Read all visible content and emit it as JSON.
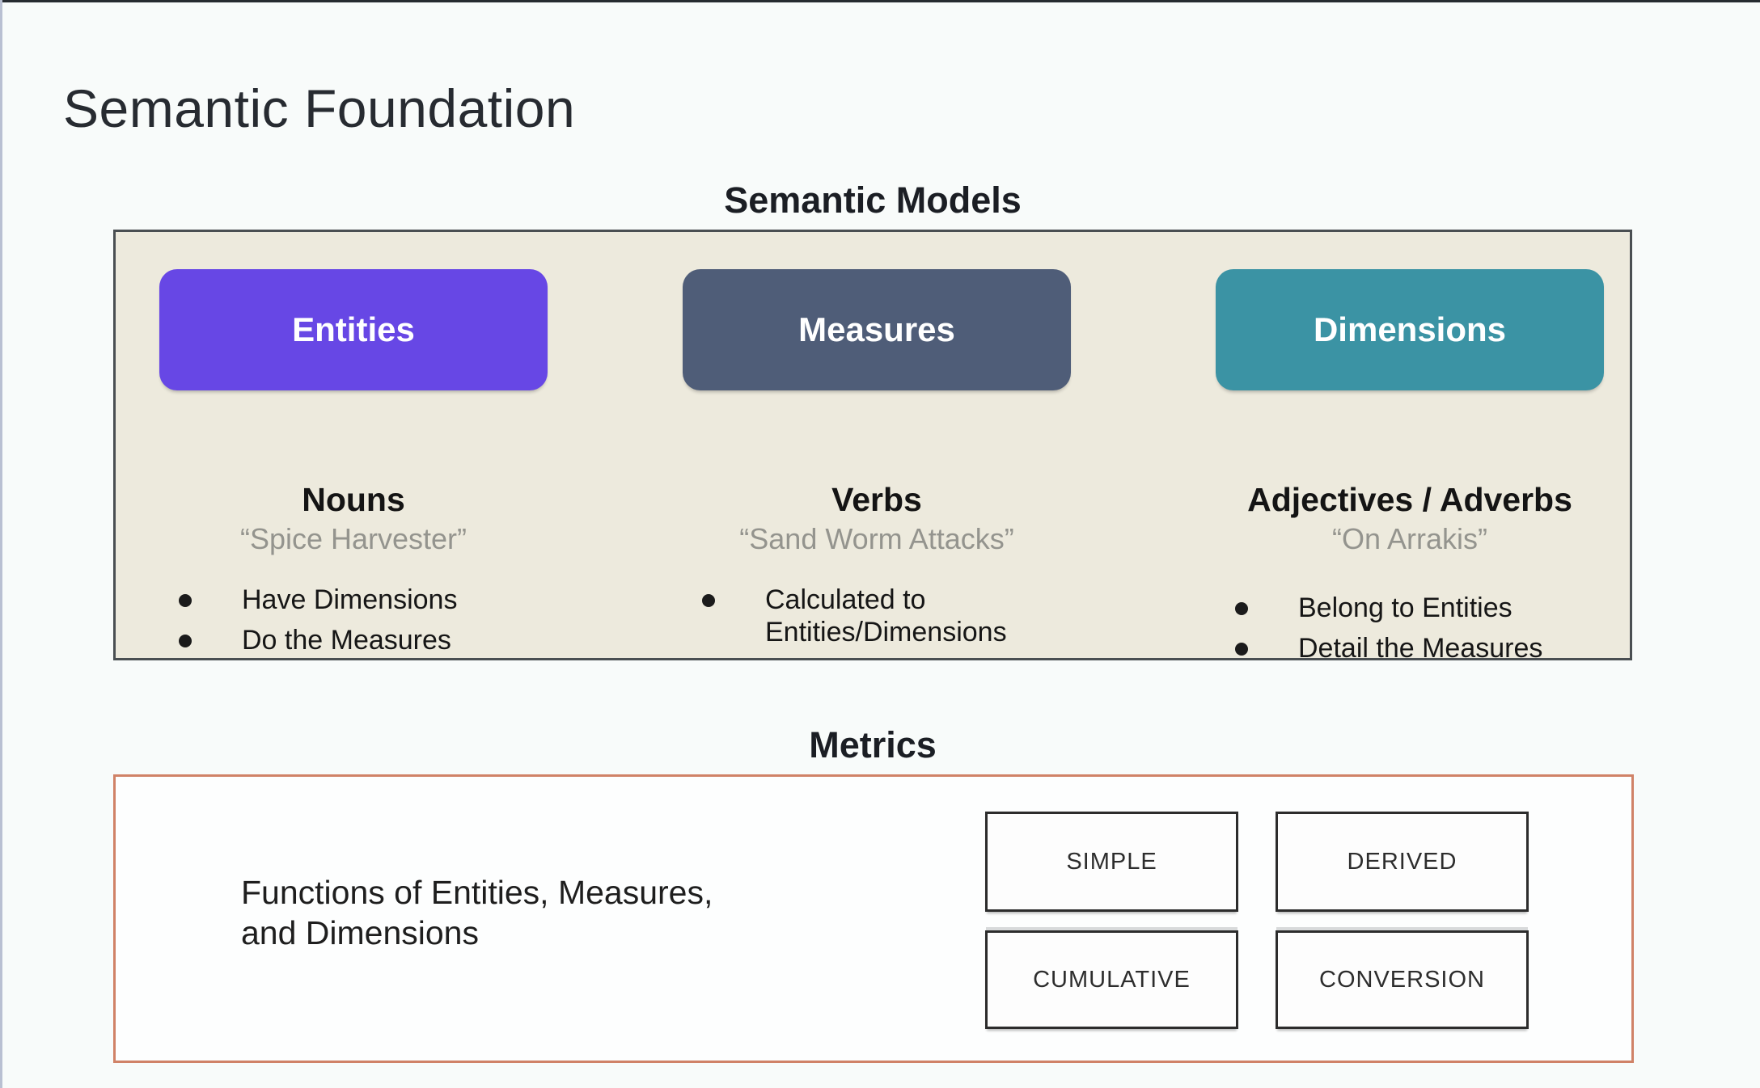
{
  "page": {
    "title": "Semantic Foundation"
  },
  "semantic_models": {
    "heading": "Semantic Models",
    "panel_background": "#edeadd",
    "panel_border": "#4a4f52",
    "columns": [
      {
        "button": "Entities",
        "button_color": "#6747e5",
        "subheading": "Nouns",
        "quote": "“Spice Harvester”",
        "bullets": [
          "Have Dimensions",
          "Do the Measures"
        ]
      },
      {
        "button": "Measures",
        "button_color": "#4f5d78",
        "subheading": "Verbs",
        "quote": "“Sand Worm Attacks”",
        "bullets": [
          "Calculated to Entities/Dimensions"
        ]
      },
      {
        "button": "Dimensions",
        "button_color": "#3b93a4",
        "subheading": "Adjectives / Adverbs",
        "quote": "“On Arrakis”",
        "bullets": [
          "Belong to Entities",
          "Detail the Measures"
        ]
      }
    ]
  },
  "metrics": {
    "heading": "Metrics",
    "panel_border": "#d08267",
    "description_line1": "Functions of Entities, Measures,",
    "description_line2": "and Dimensions",
    "types": [
      "SIMPLE",
      "DERIVED",
      "CUMULATIVE",
      "CONVERSION"
    ]
  }
}
